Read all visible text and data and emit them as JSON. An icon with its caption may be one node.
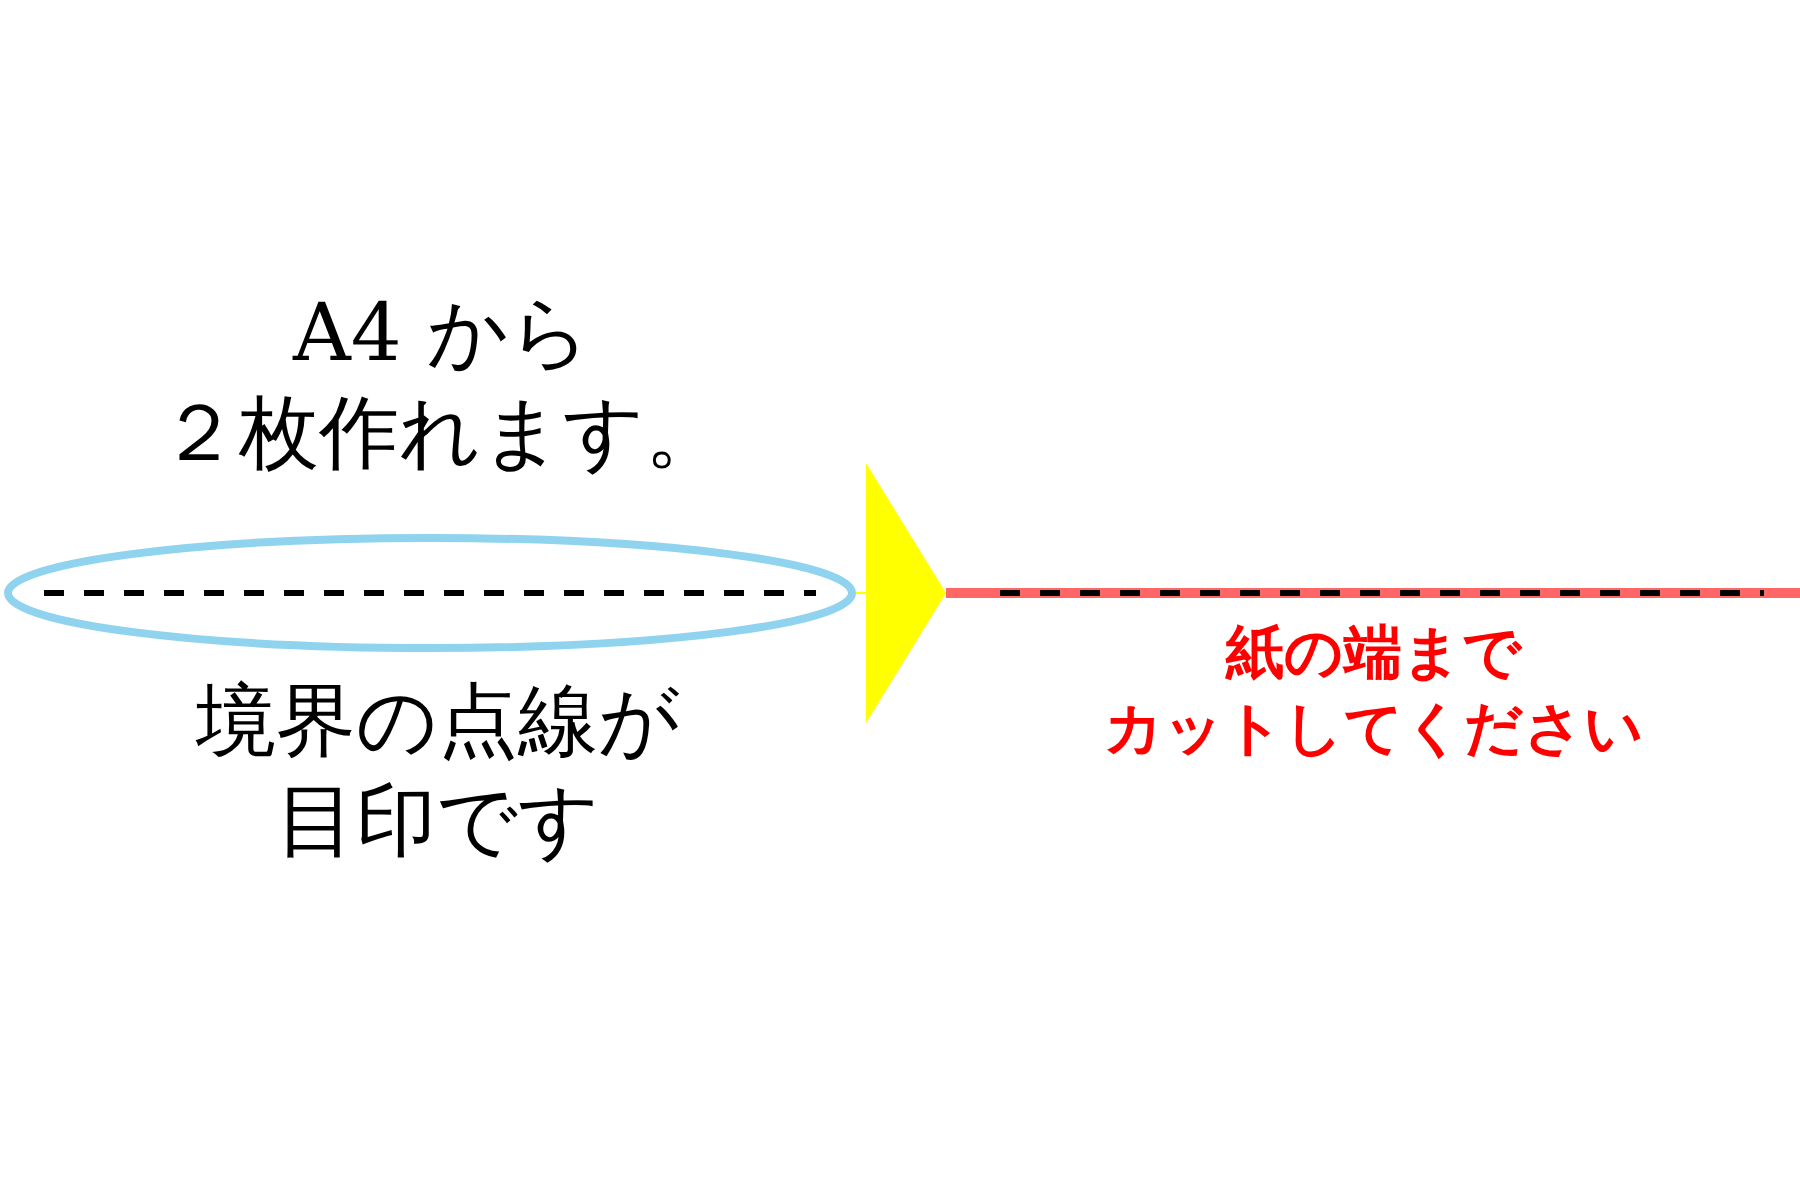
{
  "diagram": {
    "nodes": [
      {
        "text": [],
        "shape": "ellipse",
        "beside": [
          "A4 から２枚作れます。",
          "境界の点線が目印です"
        ]
      },
      {
        "text": [],
        "shape": "bar",
        "beside": [
          "紙の端までカットしてください"
        ]
      }
    ],
    "edges": [
      {
        "from": 0,
        "to": 1,
        "arrow": "to",
        "color": "#ffff00"
      }
    ]
  }
}
